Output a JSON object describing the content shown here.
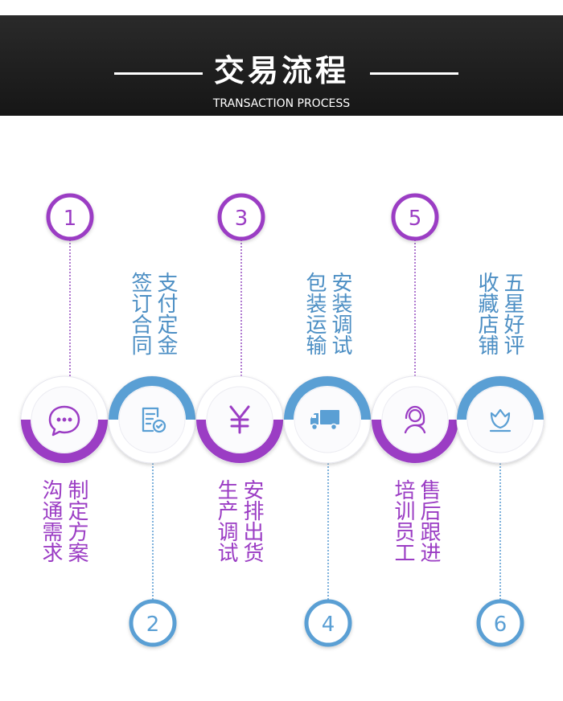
{
  "header": {
    "title": "交易流程",
    "subtitle": "TRANSACTION PROCESS"
  },
  "colors": {
    "purple": "#9b3dc4",
    "blue": "#5a9fd4",
    "header_bg": "#1e1e1e"
  },
  "steps": [
    {
      "number": "1",
      "icon": "chat-bubble-icon",
      "lines": [
        "制定",
        "定方",
        "方案"
      ],
      "col1": "制定方案",
      "col2": "沟通需求",
      "color": "purple"
    },
    {
      "number": "2",
      "icon": "contract-check-icon",
      "col1": "支付定金",
      "col2": "签订合同",
      "color": "blue"
    },
    {
      "number": "3",
      "icon": "yen-icon",
      "col1": "安排出货",
      "col2": "生产调试",
      "color": "purple"
    },
    {
      "number": "4",
      "icon": "delivery-truck-icon",
      "col1": "安装调试",
      "col2": "包装运输",
      "color": "blue"
    },
    {
      "number": "5",
      "icon": "customer-service-icon",
      "col1": "售后跟进",
      "col2": "培训员工",
      "color": "purple"
    },
    {
      "number": "6",
      "icon": "lotus-icon",
      "col1": "五星好评",
      "col2": "收藏店铺",
      "color": "blue"
    }
  ]
}
